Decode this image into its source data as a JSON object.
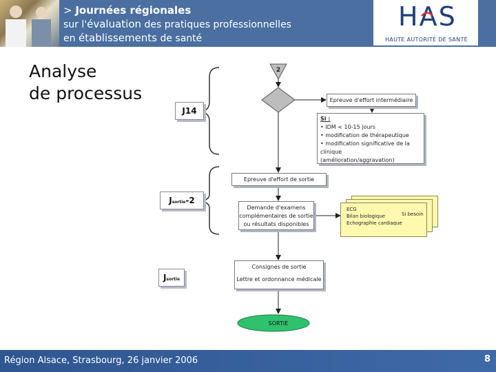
{
  "header": {
    "line1_prefix": "> ",
    "line1": "Journées régionales",
    "line2_a": "sur l'",
    "line2_b": "évaluation",
    "line2_c": " des pratiques professionnelles",
    "line3_a": "en ",
    "line3_b": "établissements",
    "line3_c": " de santé",
    "logo_letters": "HAS",
    "logo_sub": "HAUTE AUTORITÉ DE SANTÉ"
  },
  "slide": {
    "title_line1": "Analyse",
    "title_line2": "de processus"
  },
  "diagram": {
    "start_marker": "2",
    "j14": "J14",
    "jsortie2_main": "J",
    "jsortie2_sub": "sortie",
    "jsortie2_suffix": "-2",
    "jsortie_main": "J",
    "jsortie_sub": "sortie",
    "epreuve_intermediaire": "Epreuve d'effort intermédiaire",
    "si_title": "Si :",
    "si_items": [
      "• IDM < 10-15 jours",
      "• modification de thérapeutique",
      "• modification significative de la clinique",
      "(amélioration/aggravation)"
    ],
    "epreuve_sortie": "Epreuve d'effort de sortie",
    "demande_lines": [
      "Demande d'examens",
      "complémentaires de sortie",
      "ou résultats disponibles"
    ],
    "exams": [
      "ECG",
      "Bilan biologique",
      "Echographie cardiaque"
    ],
    "si_besoin": "Si besoin",
    "consignes": "Consignes de sortie",
    "lettre": "Lettre et ordonnance médicale",
    "sortie": "SORTIE",
    "colors": {
      "terminal_fill": "#2fc26e",
      "decision_fill": "#bdbdbd",
      "document_fill": "#fff9b0"
    }
  },
  "footer": {
    "text": "Région Alsace, Strasbourg, 26 janvier 2006",
    "page": "8"
  }
}
